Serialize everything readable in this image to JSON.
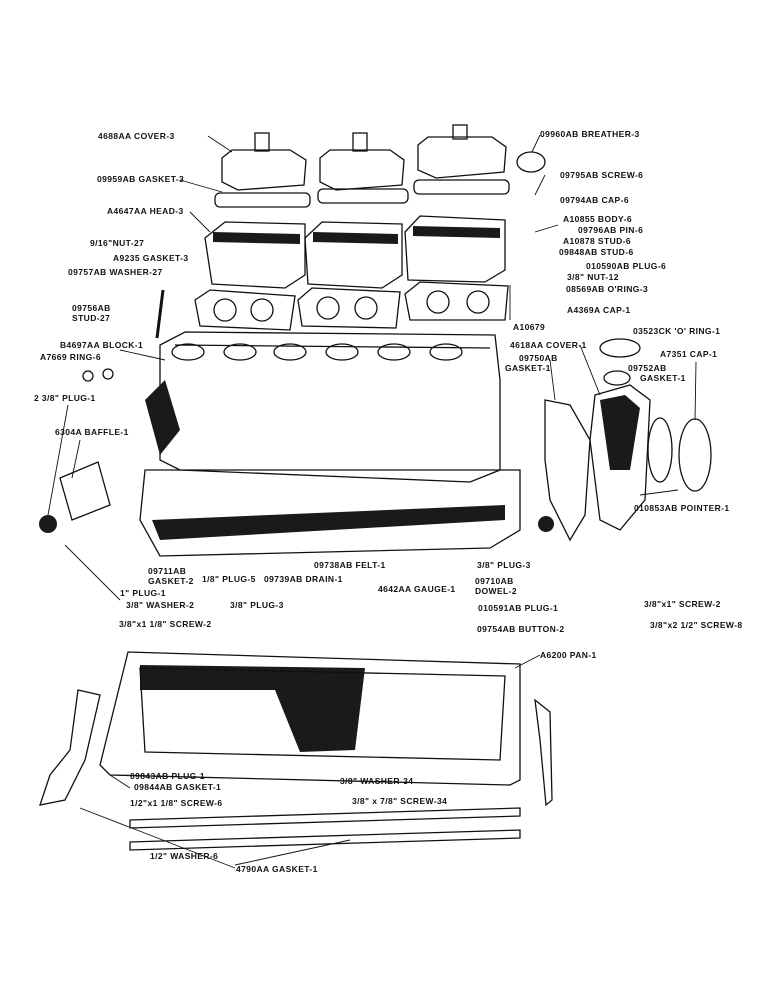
{
  "labels": {
    "cover": "4688AA COVER-3",
    "breather": "09960AB BREATHER-3",
    "gasket_cover": "09959AB GASKET-3",
    "screw_6a": "09795AB SCREW-6",
    "cap_6": "09794AB CAP-6",
    "head": "A4647AA HEAD-3",
    "body_6": "A10855 BODY-6",
    "pin_6": "09796AB PIN-6",
    "nut_27": "9/16\"NUT-27",
    "gasket_head": "A9235 GASKET-3",
    "stud_6a": "A10878 STUD-6",
    "stud_6b": "09848AB STUD-6",
    "washer_27": "09757AB WASHER-27",
    "plug_6": "010590AB PLUG-6",
    "nut_12": "3/8\" NUT-12",
    "oring_3": "08569AB O'RING-3",
    "stud_27_a": "09756AB",
    "stud_27_b": "STUD-27",
    "a10679": "A10679",
    "cap_a4369": "A4369A CAP-1",
    "block": "B4697AA BLOCK-1",
    "oring_03523": "03523CK 'O' RING-1",
    "ring_6": "A7669 RING-6",
    "cover_4618": "4618AA COVER-1",
    "cap_a7351": "A7351 CAP-1",
    "gasket_09750_a": "09750AB",
    "gasket_09750_b": "GASKET-1",
    "gasket_09752_a": "09752AB",
    "gasket_09752_b": "GASKET-1",
    "plug_238": "2 3/8\" PLUG-1",
    "baffle": "6304A BAFFLE-1",
    "pointer": "010853AB POINTER-1",
    "gasket_09711_a": "09711AB",
    "gasket_09711_b": "GASKET-2",
    "plug_1": "1\" PLUG-1",
    "plug_18": "1/8\" PLUG-5",
    "drain": "09739AB DRAIN-1",
    "felt": "09738AB FELT-1",
    "plug_38_3a": "3/8\" PLUG-3",
    "dowel_a": "09710AB",
    "dowel_b": "DOWEL-2",
    "gauge": "4642AA GAUGE-1",
    "washer_2": "3/8\" WASHER-2",
    "plug_38_3b": "3/8\" PLUG-3",
    "plug_010591": "010591AB PLUG-1",
    "screw_2": "3/8\"x1\" SCREW-2",
    "screw_2b": "3/8\"x1 1/8\" SCREW-2",
    "button": "09754AB BUTTON-2",
    "screw_8": "3/8\"x2 1/2\" SCREW-8",
    "pan": "A6200 PAN-1",
    "plug_09843": "09843AB PLUG-1",
    "gasket_09844": "09844AB GASKET-1",
    "washer_34": "3/8\" WASHER-34",
    "screw_34": "3/8\" x 7/8\" SCREW-34",
    "screw_6b": "1/2\"x1 1/8\" SCREW-6",
    "washer_6": "1/2\" WASHER-6",
    "gasket_4790": "4790AA GASKET-1"
  }
}
